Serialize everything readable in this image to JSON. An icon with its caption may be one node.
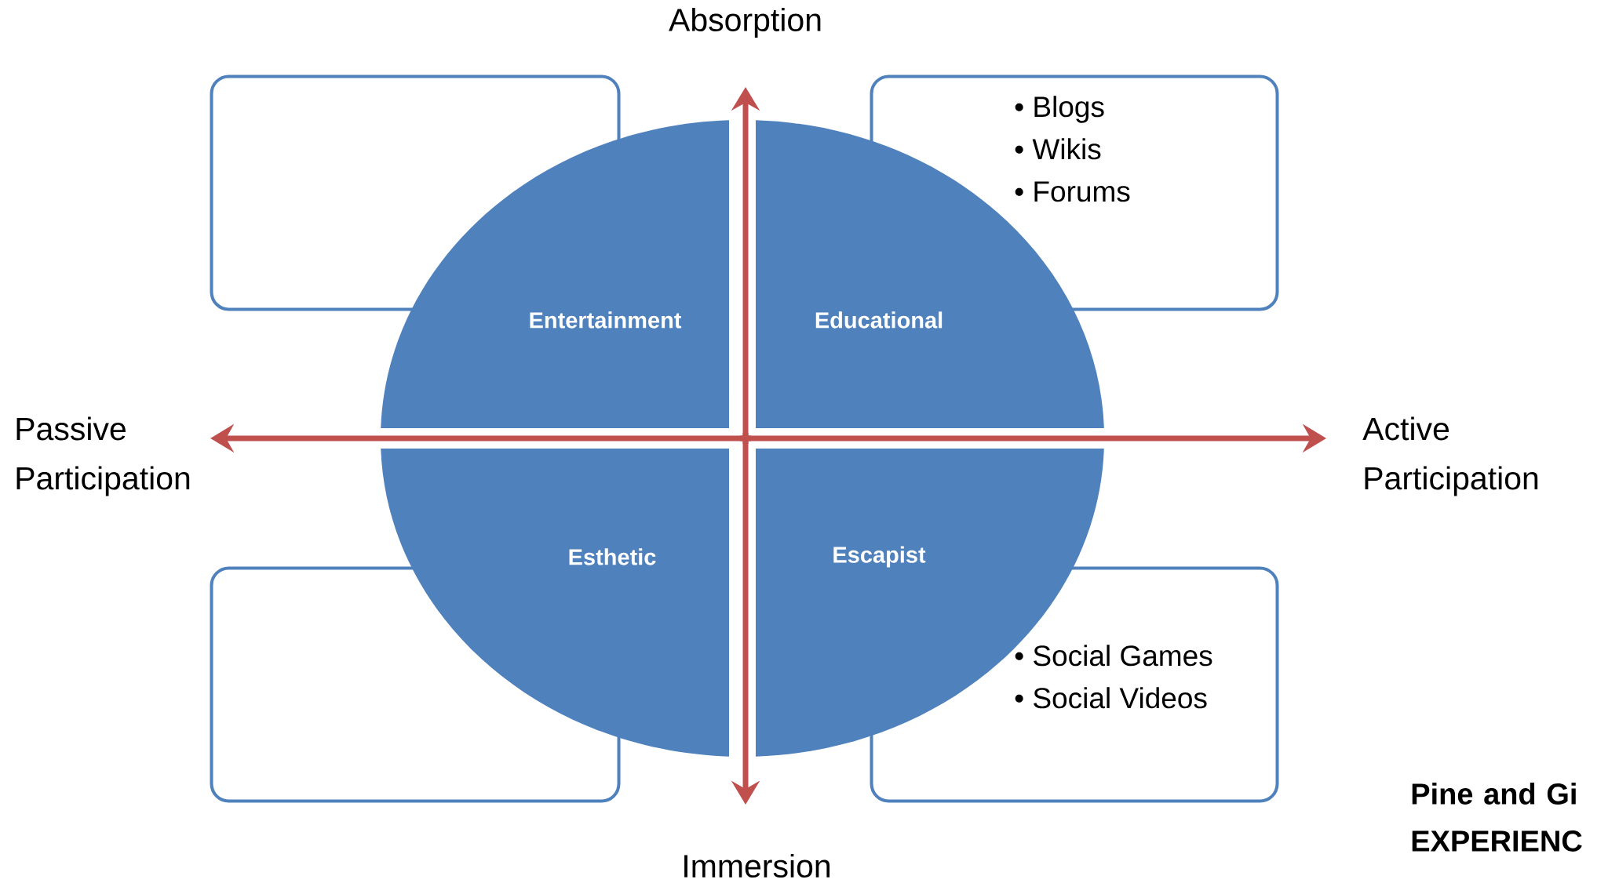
{
  "diagram": {
    "nodes": [
      {
        "text": [],
        "shape": "box"
      },
      {
        "text": [
          "• Blogs",
          "• Wikis",
          "• Forums"
        ]
      },
      {
        "text": [
          "Entertainment"
        ]
      },
      {
        "text": [
          "Educational"
        ]
      },
      {
        "text": [
          "Esthetic"
        ]
      },
      {
        "text": [
          "Escapist"
        ]
      },
      {
        "text": [],
        "shape": "box"
      },
      {
        "text": [
          "• Social Games",
          "• Social Videos"
        ]
      }
    ],
    "labels": [
      "Absorption",
      "Passive Participation",
      "Active Participation",
      "Immersion",
      "Pine and Gi EXPERIENC"
    ]
  }
}
